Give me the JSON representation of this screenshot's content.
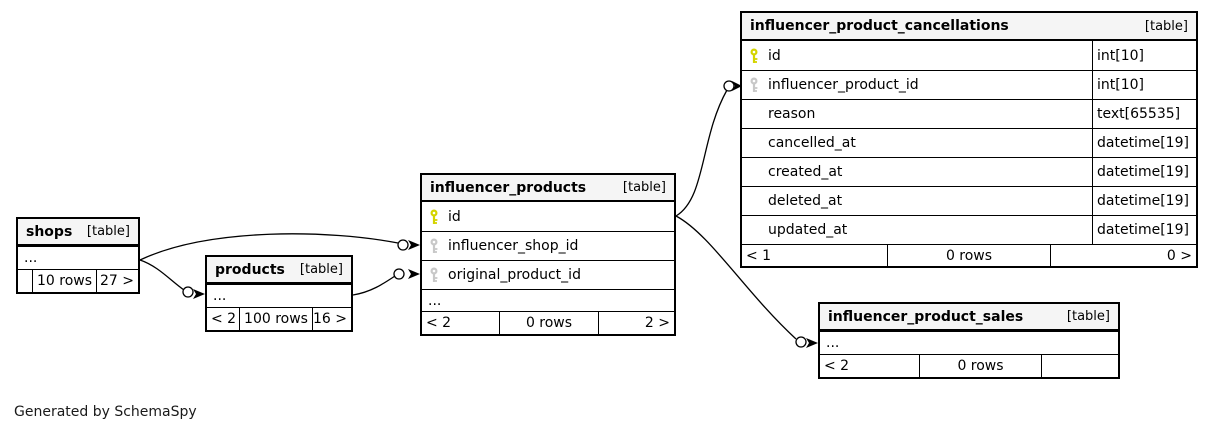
{
  "note": "Generated by SchemaSpy",
  "colors": {
    "primary_key": "#d4d400",
    "foreign_key": "#c8c8c8",
    "header_bg": "#f5f5f5",
    "line": "#000000"
  },
  "icons": {
    "primary_key": "yellow-key-icon",
    "foreign_key": "gray-key-icon"
  },
  "tables": {
    "shops": {
      "name": "shops",
      "tag": "[table]",
      "ellipsis": "...",
      "footer": [
        "",
        "10 rows",
        "27 >"
      ]
    },
    "products": {
      "name": "products",
      "tag": "[table]",
      "ellipsis": "...",
      "footer": [
        "< 2",
        "100 rows",
        "16 >"
      ]
    },
    "influencer_products": {
      "name": "influencer_products",
      "tag": "[table]",
      "columns": [
        {
          "key": "pk",
          "name": "id"
        },
        {
          "key": "fk",
          "name": "influencer_shop_id"
        },
        {
          "key": "fk",
          "name": "original_product_id"
        }
      ],
      "ellipsis": "...",
      "footer": [
        "< 2",
        "0 rows",
        "2 >"
      ]
    },
    "influencer_product_cancellations": {
      "name": "influencer_product_cancellations",
      "tag": "[table]",
      "columns": [
        {
          "key": "pk",
          "name": "id",
          "type": "int[10]"
        },
        {
          "key": "fk",
          "name": "influencer_product_id",
          "type": "int[10]"
        },
        {
          "key": "",
          "name": "reason",
          "type": "text[65535]"
        },
        {
          "key": "",
          "name": "cancelled_at",
          "type": "datetime[19]"
        },
        {
          "key": "",
          "name": "created_at",
          "type": "datetime[19]"
        },
        {
          "key": "",
          "name": "deleted_at",
          "type": "datetime[19]"
        },
        {
          "key": "",
          "name": "updated_at",
          "type": "datetime[19]"
        }
      ],
      "footer": [
        "< 1",
        "0 rows",
        "0 >"
      ]
    },
    "influencer_product_sales": {
      "name": "influencer_product_sales",
      "tag": "[table]",
      "ellipsis": "...",
      "footer": [
        "< 2",
        "0 rows",
        ""
      ]
    }
  },
  "relationships": [
    {
      "from": "shops",
      "to": "influencer_products.influencer_shop_id"
    },
    {
      "from": "shops",
      "to": "products"
    },
    {
      "from": "products",
      "to": "influencer_products.original_product_id"
    },
    {
      "from": "influencer_products.id",
      "to": "influencer_product_cancellations.influencer_product_id"
    },
    {
      "from": "influencer_products.id",
      "to": "influencer_product_sales"
    }
  ]
}
